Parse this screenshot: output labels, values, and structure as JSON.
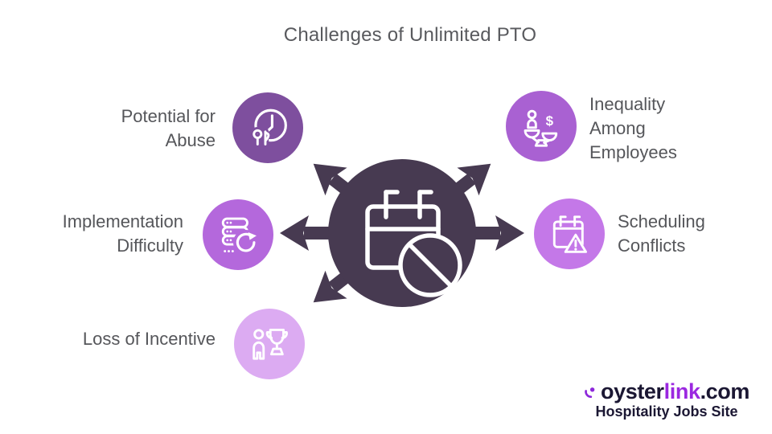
{
  "title": "Challenges of Unlimited PTO",
  "colors": {
    "hub": "#473a51",
    "title_text": "#595a5e",
    "label_text": "#55565a",
    "logo_navy": "#1b1733",
    "logo_purple": "#9b28e0"
  },
  "hub": {
    "icon": "calendar-blocked-icon"
  },
  "satellites": [
    {
      "label": "Potential for Abuse",
      "icon": "clock-abuse-icon",
      "color": "#7e4f9e"
    },
    {
      "label": "Inequality Among Employees",
      "icon": "balance-scale-icon",
      "color": "#a961d2",
      "dollar_glyph": "$"
    },
    {
      "label": "Implementation Difficulty",
      "icon": "server-sync-icon",
      "color": "#b468dc"
    },
    {
      "label": "Scheduling Conflicts",
      "icon": "calendar-warning-icon",
      "color": "#c478e8"
    },
    {
      "label": "Loss of Incentive",
      "icon": "person-trophy-icon",
      "color": "#dcabf2"
    }
  ],
  "logo": {
    "brand_part1": "oyster",
    "brand_part2": "link",
    "brand_part3": ".com",
    "tagline": "Hospitality Jobs Site"
  }
}
